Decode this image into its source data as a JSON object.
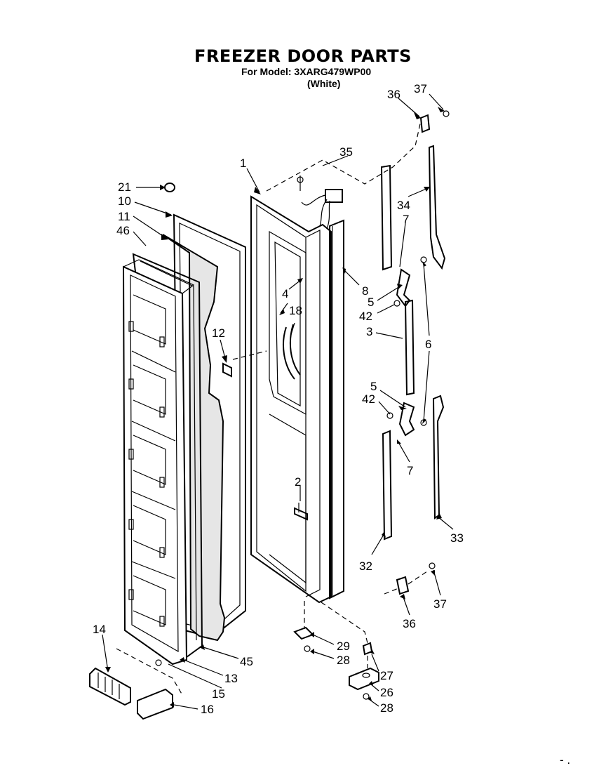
{
  "header": {
    "title": "FREEZER DOOR PARTS",
    "model_line": "For Model: 3XARG479WP00",
    "color_line": "(White)"
  },
  "labels": {
    "l1": "1",
    "l2": "2",
    "l3": "3",
    "l4": "4",
    "l5a": "5",
    "l5b": "5",
    "l6": "6",
    "l7a": "7",
    "l7b": "7",
    "l8": "8",
    "l10": "10",
    "l11": "11",
    "l12": "12",
    "l13": "13",
    "l14": "14",
    "l15": "15",
    "l16": "16",
    "l18": "18",
    "l21": "21",
    "l26": "26",
    "l27": "27",
    "l28a": "28",
    "l28b": "28",
    "l29": "29",
    "l32": "32",
    "l33": "33",
    "l34": "34",
    "l35": "35",
    "l36a": "36",
    "l36b": "36",
    "l37a": "37",
    "l37b": "37",
    "l42a": "42",
    "l42b": "42",
    "l45": "45",
    "l46": "46"
  }
}
